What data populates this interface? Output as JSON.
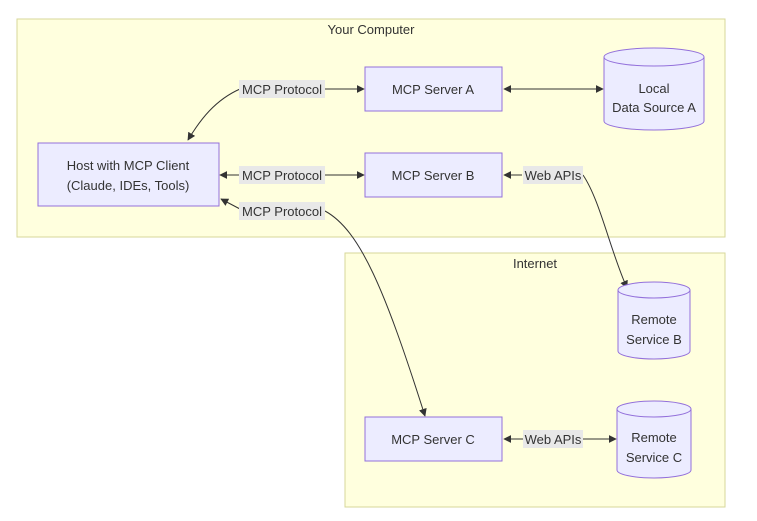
{
  "clusters": {
    "computer": "Your Computer",
    "internet": "Internet"
  },
  "nodes": {
    "host": [
      "Host with MCP Client",
      "(Claude, IDEs, Tools)"
    ],
    "server_a": "MCP Server A",
    "server_b": "MCP Server B",
    "server_c": "MCP Server C",
    "local_ds": [
      "Local",
      "Data Source A"
    ],
    "remote_b": [
      "Remote",
      "Service B"
    ],
    "remote_c": [
      "Remote",
      "Service C"
    ]
  },
  "edges": {
    "host_a": "MCP Protocol",
    "host_b": "MCP Protocol",
    "host_c": "MCP Protocol",
    "b_remote": "Web APIs",
    "c_remote": "Web APIs"
  },
  "colors": {
    "cluster_fill": "#ffffde",
    "cluster_stroke": "#d7d79a",
    "node_fill": "#ececff",
    "node_stroke": "#9370db",
    "edge": "#333333"
  }
}
